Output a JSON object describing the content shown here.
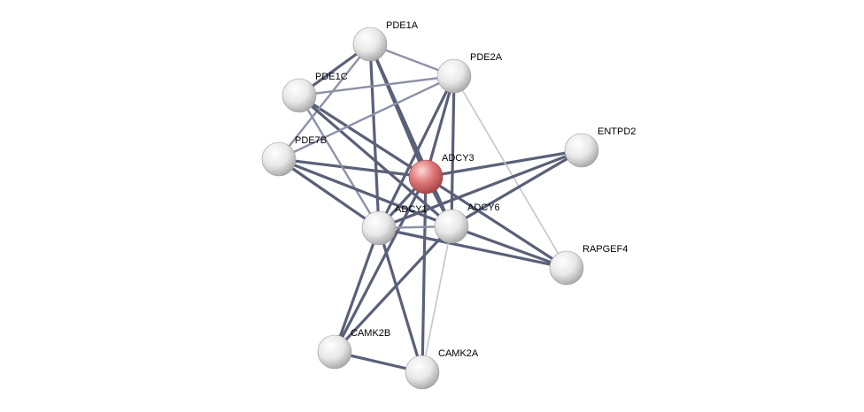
{
  "network": {
    "query_node": "ADCY3",
    "nodes": [
      {
        "id": "ADCY3",
        "label": "ADCY3",
        "query": true
      },
      {
        "id": "PDE1A",
        "label": "PDE1A",
        "query": false
      },
      {
        "id": "PDE2A",
        "label": "PDE2A",
        "query": false
      },
      {
        "id": "PDE1C",
        "label": "PDE1C",
        "query": false
      },
      {
        "id": "PDE7B",
        "label": "PDE7B",
        "query": false
      },
      {
        "id": "ENTPD2",
        "label": "ENTPD2",
        "query": false
      },
      {
        "id": "ADCY1",
        "label": "ADCY1",
        "query": false
      },
      {
        "id": "ADCY6",
        "label": "ADCY6",
        "query": false
      },
      {
        "id": "RAPGEF4",
        "label": "RAPGEF4",
        "query": false
      },
      {
        "id": "CAMK2B",
        "label": "CAMK2B",
        "query": false
      },
      {
        "id": "CAMK2A",
        "label": "CAMK2A",
        "query": false
      }
    ],
    "edges": [
      {
        "source": "ADCY3",
        "target": "PDE1A",
        "strength": "strong"
      },
      {
        "source": "ADCY3",
        "target": "PDE2A",
        "strength": "strong"
      },
      {
        "source": "ADCY3",
        "target": "PDE1C",
        "strength": "strong"
      },
      {
        "source": "ADCY3",
        "target": "PDE7B",
        "strength": "strong"
      },
      {
        "source": "ADCY3",
        "target": "ENTPD2",
        "strength": "strong"
      },
      {
        "source": "ADCY3",
        "target": "ADCY1",
        "strength": "strong"
      },
      {
        "source": "ADCY3",
        "target": "ADCY6",
        "strength": "strong"
      },
      {
        "source": "ADCY3",
        "target": "RAPGEF4",
        "strength": "strong"
      },
      {
        "source": "ADCY3",
        "target": "CAMK2B",
        "strength": "strong"
      },
      {
        "source": "ADCY3",
        "target": "CAMK2A",
        "strength": "strong"
      },
      {
        "source": "PDE1A",
        "target": "PDE1C",
        "strength": "strong"
      },
      {
        "source": "PDE1A",
        "target": "PDE2A",
        "strength": "medium"
      },
      {
        "source": "PDE1A",
        "target": "ADCY1",
        "strength": "strong"
      },
      {
        "source": "PDE1A",
        "target": "ADCY6",
        "strength": "strong"
      },
      {
        "source": "PDE1A",
        "target": "PDE7B",
        "strength": "medium"
      },
      {
        "source": "PDE1C",
        "target": "PDE2A",
        "strength": "medium"
      },
      {
        "source": "PDE1C",
        "target": "ADCY1",
        "strength": "medium"
      },
      {
        "source": "PDE1C",
        "target": "ADCY6",
        "strength": "strong"
      },
      {
        "source": "PDE2A",
        "target": "PDE7B",
        "strength": "medium"
      },
      {
        "source": "PDE2A",
        "target": "ADCY1",
        "strength": "strong"
      },
      {
        "source": "PDE2A",
        "target": "ADCY6",
        "strength": "strong"
      },
      {
        "source": "PDE2A",
        "target": "RAPGEF4",
        "strength": "weak"
      },
      {
        "source": "PDE7B",
        "target": "ADCY1",
        "strength": "strong"
      },
      {
        "source": "PDE7B",
        "target": "ADCY6",
        "strength": "strong"
      },
      {
        "source": "ENTPD2",
        "target": "ADCY1",
        "strength": "strong"
      },
      {
        "source": "ENTPD2",
        "target": "ADCY6",
        "strength": "strong"
      },
      {
        "source": "ADCY1",
        "target": "ADCY6",
        "strength": "medium"
      },
      {
        "source": "ADCY1",
        "target": "RAPGEF4",
        "strength": "strong"
      },
      {
        "source": "ADCY6",
        "target": "RAPGEF4",
        "strength": "strong"
      },
      {
        "source": "ADCY1",
        "target": "CAMK2B",
        "strength": "strong"
      },
      {
        "source": "ADCY1",
        "target": "CAMK2A",
        "strength": "strong"
      },
      {
        "source": "ADCY6",
        "target": "CAMK2B",
        "strength": "strong"
      },
      {
        "source": "ADCY6",
        "target": "CAMK2A",
        "strength": "weak"
      },
      {
        "source": "CAMK2B",
        "target": "CAMK2A",
        "strength": "strong"
      }
    ],
    "colors": {
      "edge_strong": "#5a6078",
      "edge_medium": "#8c91a6",
      "edge_weak": "#c3c6d1",
      "node_default": "#e6e6e6",
      "node_query": "#d95f5f"
    }
  }
}
